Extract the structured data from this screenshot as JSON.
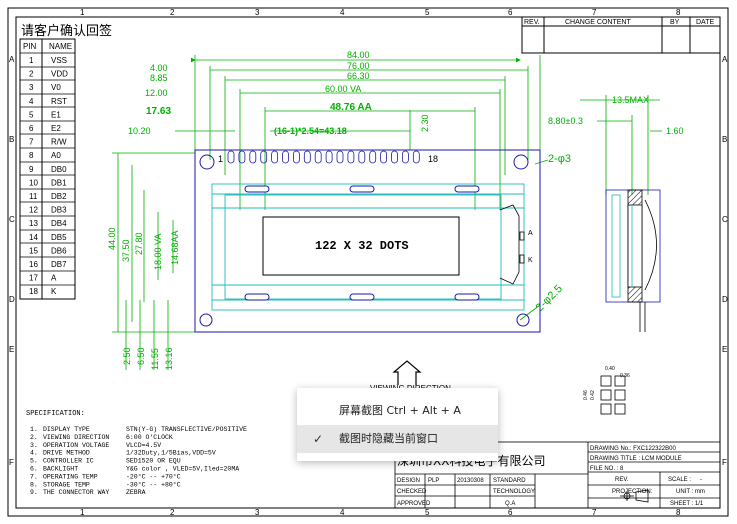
{
  "drawing": {
    "confirm_label": "请客户确认回签",
    "col_numbers": [
      "1",
      "2",
      "3",
      "4",
      "5",
      "6",
      "7",
      "8"
    ],
    "row_letters": [
      "A",
      "B",
      "C",
      "D",
      "E",
      "F"
    ],
    "pin_table": {
      "headers": [
        "PIN",
        "NAME"
      ],
      "rows": [
        [
          "1",
          "VSS"
        ],
        [
          "2",
          "VDD"
        ],
        [
          "3",
          "V0"
        ],
        [
          "4",
          "RST"
        ],
        [
          "5",
          "E1"
        ],
        [
          "6",
          "E2"
        ],
        [
          "7",
          "R/W"
        ],
        [
          "8",
          "A0"
        ],
        [
          "9",
          "DB0"
        ],
        [
          "10",
          "DB1"
        ],
        [
          "11",
          "DB2"
        ],
        [
          "12",
          "DB3"
        ],
        [
          "13",
          "DB4"
        ],
        [
          "14",
          "DB5"
        ],
        [
          "15",
          "DB6"
        ],
        [
          "16",
          "DB7"
        ],
        [
          "17",
          "A"
        ],
        [
          "18",
          "K"
        ]
      ]
    },
    "revision_table": {
      "rev": "REV.",
      "change": "CHANGE CONTENT",
      "by": "BY",
      "date": "DATE"
    },
    "dims": {
      "w84": "84.00",
      "w76": "76.00",
      "w66": "66.30",
      "va60": "60.00 VA",
      "aa48": "48.76 AA",
      "left4": "4.00",
      "left885": "8.85",
      "left12": "12.00",
      "left1763": "17.63",
      "left1020": "10.20",
      "pitch": "(16-1)*2.54=43.18",
      "v230": "2.30",
      "h44": "44.00",
      "h3750": "37.50",
      "h2780": "27.80",
      "va18": "18.00 VA",
      "aa1468": "14.68AA",
      "b250": "2.50",
      "b650": "6.50",
      "b1155": "11.55",
      "b1316": "13.16",
      "hole3": "2-φ3",
      "hole25": "2-φ2.5",
      "max135": "13.5MAX",
      "t880": "8.80±0.3",
      "t160": "1.60",
      "pin1": "1",
      "pin18": "18",
      "pa": "A",
      "pk": "K",
      "pad040": "0.40",
      "pad036": "0.36",
      "pad046": "0.46",
      "pad042": "0.42"
    },
    "lcd_text": "122 X 32 DOTS",
    "viewing_direction": "VIEWING DIRECTION",
    "spec": {
      "title": "SPECIFICATION:",
      "items": [
        [
          "1.",
          "DISPLAY TYPE",
          "STN(Y-G) TRANSFLECTIVE/POSITIVE"
        ],
        [
          "2.",
          "VIEWING DIRECTION",
          "6:00 O'CLOCK"
        ],
        [
          "3.",
          "OPERATION VOLTAGE",
          "VLCD=4.5V"
        ],
        [
          "4.",
          "DRIVE METHOD",
          "1/32Duty,1/5Bias,VDD=5V"
        ],
        [
          "5.",
          "CONTROLLER IC",
          "SED1520 OR EQU"
        ],
        [
          "6.",
          "BACKLIGHT",
          "Y&G color , VLED=5V,Iled=20MA"
        ],
        [
          "7.",
          "OPERATING TEMP",
          "-20°C -- +70°C"
        ],
        [
          "8.",
          "STORAGE TEMP",
          "-30°C -- +80°C"
        ],
        [
          "9.",
          "THE CONNECTOR WAY",
          "ZEBRA"
        ]
      ]
    },
    "title_block": {
      "company": "深圳市XX科技电子有限公司",
      "drawing_no": "DRAWING No.: FXC122322B00",
      "drawing_title": "DRAWING TITLE : LCM MODULE",
      "file_no": "FILE NO. : 8",
      "rev": "REV.",
      "scale": "SCALE :",
      "scale_val": "-",
      "unit": "UNIT : mm",
      "projection": "PROJECTION:",
      "sheet": "SHEET : 1/1",
      "design": "DESIGN",
      "design_name": "PLP",
      "design_date": "20130308",
      "standard": "STANDARD",
      "checked": "CHECKED",
      "technology": "TECHNOLOGY",
      "approved": "APPROVED",
      "qa": "Q.A"
    }
  },
  "context_menu": {
    "items": [
      {
        "label": "屏幕截图 Ctrl + Alt + A",
        "checked": false
      },
      {
        "label": "截图时隐藏当前窗口",
        "checked": true
      }
    ],
    "check_glyph": "✓"
  }
}
